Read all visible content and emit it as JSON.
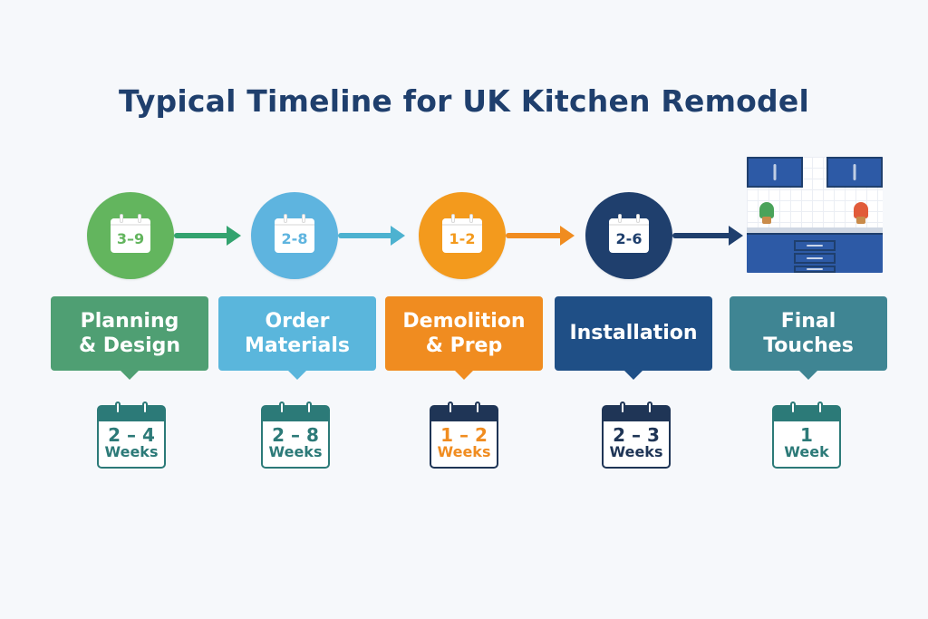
{
  "title": "Typical Timeline for UK Kitchen Remodel",
  "steps": [
    {
      "circle_text": "3–9",
      "label": "Planning\n& Design",
      "duration_num": "2 – 4",
      "duration_unit": "Weeks",
      "colors": {
        "circle": "#63b55e",
        "box": "#4f9f73",
        "arrow": "#33a36f",
        "accent": "#2c7a78",
        "accent_text": "#2c7a78"
      }
    },
    {
      "circle_text": "2-8",
      "label": "Order\nMaterials",
      "duration_num": "2 – 8",
      "duration_unit": "Weeks",
      "colors": {
        "circle": "#5eb4df",
        "box": "#5ab6dc",
        "arrow": "#4db2d0",
        "accent": "#2c7a78",
        "accent_text": "#2c7a78"
      }
    },
    {
      "circle_text": "1-2",
      "label": "Demolition\n& Prep",
      "duration_num": "1 – 2",
      "duration_unit": "Weeks",
      "colors": {
        "circle": "#f39a1d",
        "box": "#f08c20",
        "arrow": "#f08c20",
        "accent": "#1f3556",
        "accent_text": "#f08c20"
      }
    },
    {
      "circle_text": "2-6",
      "label": "Installation",
      "duration_num": "2 – 3",
      "duration_unit": "Weeks",
      "colors": {
        "circle": "#1f3f6d",
        "box": "#1f4f86",
        "arrow": "#1f3f6d",
        "accent": "#1f3556",
        "accent_text": "#1f3556"
      }
    },
    {
      "circle_text": "",
      "label": "Final\nTouches",
      "duration_num": "1",
      "duration_unit": "Week",
      "colors": {
        "circle": "",
        "box": "#3f8593",
        "arrow": "",
        "accent": "#2c7a78",
        "accent_text": "#2c7a78"
      }
    }
  ]
}
